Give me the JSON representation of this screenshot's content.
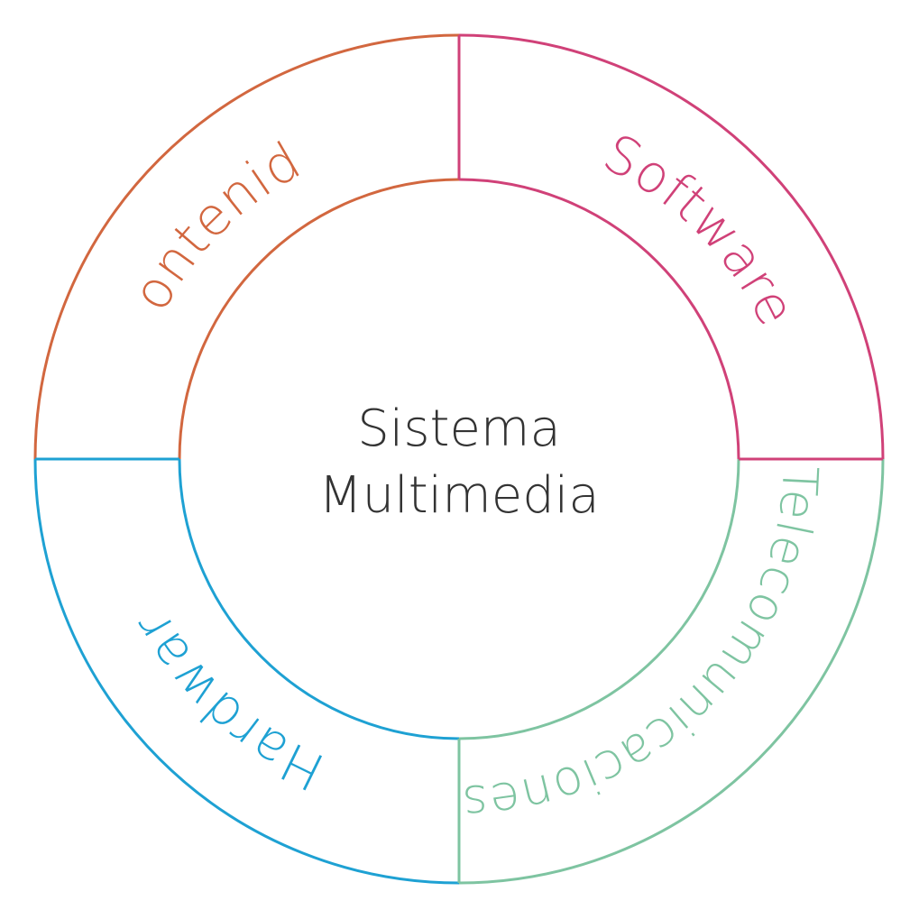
{
  "center": {
    "line1": "Sistema",
    "line2": "Multimedia",
    "color": "#333333"
  },
  "segments": [
    {
      "id": "contenido",
      "label": "Contenido",
      "color": "#D2673F"
    },
    {
      "id": "software",
      "label": "Software",
      "color": "#D04178"
    },
    {
      "id": "telecomunicaciones",
      "label": "Telecomunicaciones",
      "color": "#7EC4A1"
    },
    {
      "id": "hardware",
      "label": "Hardware",
      "color": "#1EA1D3"
    }
  ]
}
